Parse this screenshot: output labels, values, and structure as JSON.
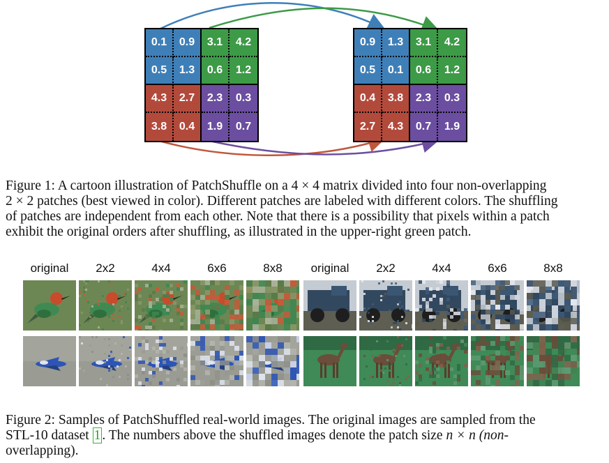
{
  "figure1": {
    "left_matrix": [
      [
        "0.1",
        "0.9",
        "3.1",
        "4.2"
      ],
      [
        "0.5",
        "1.3",
        "0.6",
        "1.2"
      ],
      [
        "4.3",
        "2.7",
        "2.3",
        "0.3"
      ],
      [
        "3.8",
        "0.4",
        "1.9",
        "0.7"
      ]
    ],
    "right_matrix": [
      [
        "0.9",
        "1.3",
        "3.1",
        "4.2"
      ],
      [
        "0.5",
        "0.1",
        "0.6",
        "1.2"
      ],
      [
        "0.4",
        "3.8",
        "2.3",
        "0.3"
      ],
      [
        "2.7",
        "4.3",
        "0.7",
        "1.9"
      ]
    ],
    "patch_colors": {
      "blue": "#3f7fb8",
      "green": "#3d9a47",
      "red": "#b24a3c",
      "purple": "#6b4ea0"
    },
    "caption": {
      "label": "Figure 1:",
      "line1": "A cartoon illustration of PatchShuffle on a 4 × 4 matrix divided into four non-overlapping",
      "line2": "2 × 2 patches (best viewed in color). Different patches are labeled with different colors. The shuffling",
      "line3": "of patches are independent from each other. Note that there is a possibility that pixels within a patch",
      "line4": "exhibit the original orders after shuffling, as illustrated in the upper-right green patch."
    }
  },
  "figure2": {
    "size_labels": [
      "original",
      "2x2",
      "4x4",
      "6x6",
      "8x8",
      "original",
      "2x2",
      "4x4",
      "6x6",
      "8x8"
    ],
    "rows": [
      [
        "hummingbird",
        "hummingbird",
        "hummingbird",
        "hummingbird",
        "hummingbird",
        "truck",
        "truck",
        "truck",
        "truck",
        "truck"
      ],
      [
        "airplane",
        "airplane",
        "airplane",
        "airplane",
        "airplane",
        "deer",
        "deer",
        "deer",
        "deer",
        "deer"
      ]
    ],
    "caption": {
      "label": "Figure 2:",
      "line1_a": "Samples of PatchShuffled real-world images. The original images are sampled from the",
      "line2_a": "STL-10 dataset",
      "citation": "1",
      "line2_b": ". The numbers above the shuffled images denote the patch size",
      "line2_c": "n × n (non-",
      "line3": "overlapping)."
    }
  }
}
